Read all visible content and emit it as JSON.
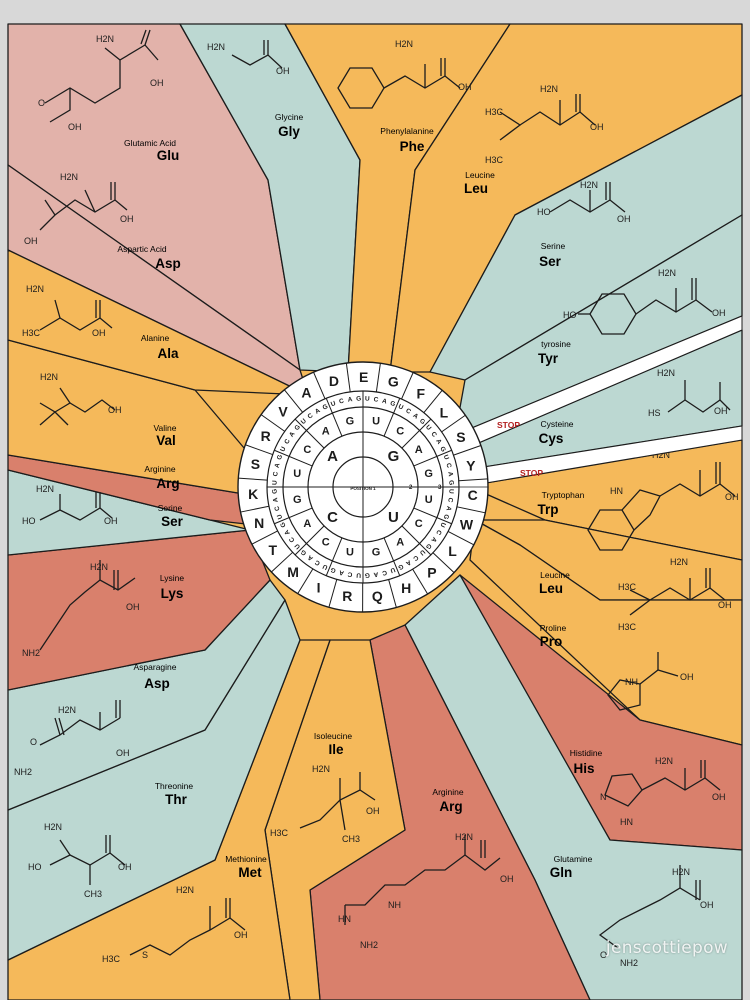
{
  "colors": {
    "orange": "#f5b95a",
    "sage": "#bcd8d2",
    "pink": "#e2b2aa",
    "terracotta": "#d9806c",
    "line": "#1c1c1c",
    "stop": "#b32020",
    "background": "#d8d8d8"
  },
  "amino_acids": [
    {
      "name": "Glutamic Acid",
      "abbr": "Glu"
    },
    {
      "name": "Aspartic Acid",
      "abbr": "Asp"
    },
    {
      "name": "Alanine",
      "abbr": "Ala"
    },
    {
      "name": "Valine",
      "abbr": "Val"
    },
    {
      "name": "Arginine",
      "abbr": "Arg"
    },
    {
      "name": "Serine",
      "abbr": "Ser"
    },
    {
      "name": "Lysine",
      "abbr": "Lys"
    },
    {
      "name": "Asparagine",
      "abbr": "Asp"
    },
    {
      "name": "Threonine",
      "abbr": "Thr"
    },
    {
      "name": "Methionine",
      "abbr": "Met"
    },
    {
      "name": "Isoleucine",
      "abbr": "Ile"
    },
    {
      "name": "Arginine",
      "abbr": "Arg"
    },
    {
      "name": "Glutamine",
      "abbr": "Gln"
    },
    {
      "name": "Histidine",
      "abbr": "His"
    },
    {
      "name": "Proline",
      "abbr": "Pro"
    },
    {
      "name": "Leucine",
      "abbr": "Leu"
    },
    {
      "name": "Tryptophan",
      "abbr": "Trp"
    },
    {
      "name": "Cysteine",
      "abbr": "Cys"
    },
    {
      "name": "tyrosine",
      "abbr": "Tyr"
    },
    {
      "name": "Serine",
      "abbr": "Ser"
    },
    {
      "name": "Leucine",
      "abbr": "Leu"
    },
    {
      "name": "Phenylalanine",
      "abbr": "Phe"
    },
    {
      "name": "Glycine",
      "abbr": "Gly"
    }
  ],
  "stop_label": "STOP",
  "position_label": "POSITION 1",
  "position_numbers": [
    "2",
    "3"
  ],
  "single_letters": [
    "G",
    "F",
    "L",
    "S",
    "Y",
    "C",
    "W",
    "L",
    "P",
    "H",
    "Q",
    "R",
    "I",
    "M",
    "T",
    "N",
    "K",
    "S",
    "R",
    "V",
    "A",
    "D",
    "E"
  ],
  "ring1_bases": [
    "G",
    "U",
    "C",
    "A"
  ],
  "ring2_bases": [
    "U",
    "C",
    "A",
    "G",
    "U",
    "C",
    "A",
    "G",
    "U",
    "C",
    "A",
    "G",
    "U",
    "C",
    "A",
    "G"
  ],
  "ring3_bases": [
    "U",
    "C",
    "A",
    "G",
    "U",
    "C",
    "A",
    "G",
    "U",
    "C",
    "A",
    "G",
    "U",
    "C",
    "A",
    "G",
    "U",
    "C",
    "A",
    "G",
    "U",
    "C",
    "A",
    "G",
    "U",
    "C",
    "A",
    "G",
    "U",
    "C",
    "A",
    "G",
    "U",
    "C",
    "A",
    "G",
    "U",
    "C",
    "A",
    "G",
    "U",
    "C",
    "A",
    "G",
    "U",
    "C",
    "A",
    "G",
    "U",
    "C",
    "A",
    "G",
    "U",
    "C",
    "A",
    "G",
    "U",
    "C",
    "A",
    "G",
    "U",
    "C",
    "A",
    "G"
  ],
  "atoms": {
    "amine": "H2N",
    "acid": "OH",
    "oxygen": "O",
    "methyl": "H3C",
    "hydroxyl": "HO",
    "thiol": "HS",
    "imine": "HN",
    "nh": "NH",
    "nh2": "NH2",
    "n": "N",
    "s": "S",
    "ch3": "CH3"
  },
  "watermark": "jenscottiepow"
}
